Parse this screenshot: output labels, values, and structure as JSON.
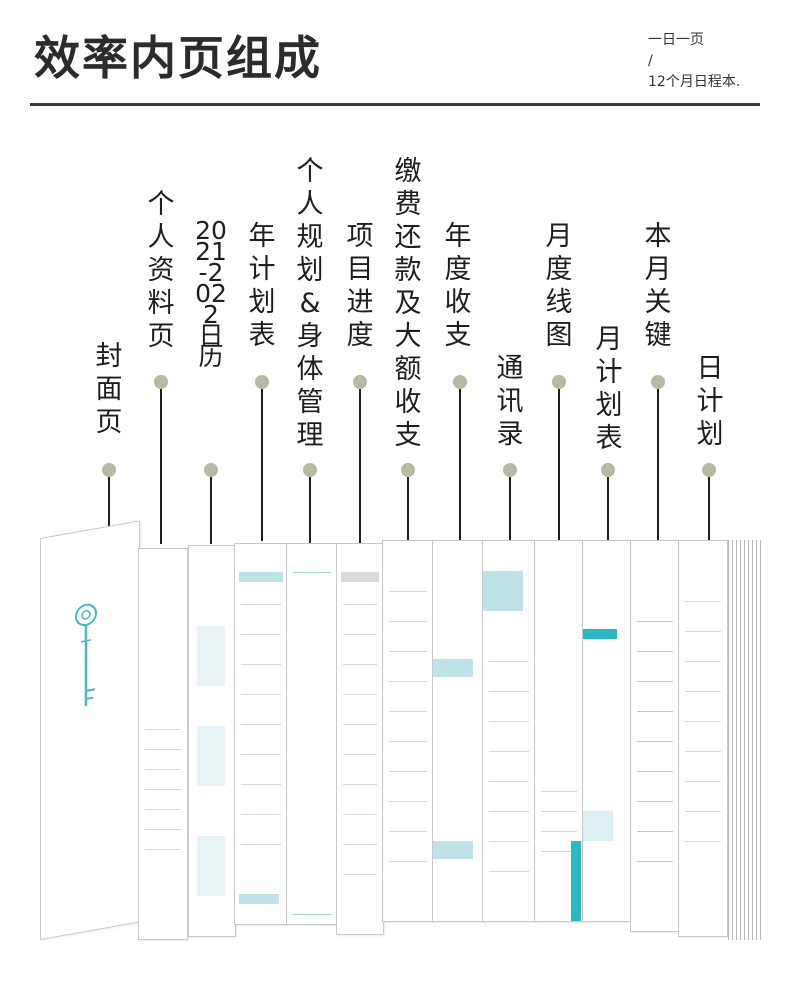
{
  "header": {
    "title": "效率内页组成",
    "subtitle_lines": [
      "一日一页",
      "/",
      "12个月日程本."
    ]
  },
  "sections": [
    {
      "label": "封面页"
    },
    {
      "label": "个人资料页"
    },
    {
      "label": "2021-2022日历"
    },
    {
      "label": "年计划表"
    },
    {
      "label": "个人规划&身体管理"
    },
    {
      "label": "项目进度"
    },
    {
      "label": "缴费还款及大额收支"
    },
    {
      "label": "年度收支"
    },
    {
      "label": "通讯录"
    },
    {
      "label": "月度线图"
    },
    {
      "label": "月计划表"
    },
    {
      "label": "本月关键"
    },
    {
      "label": "日计划"
    }
  ],
  "colors": {
    "accent": "#2fb6c3",
    "dot": "#b7b9a3",
    "rule": "#3a3a3a"
  }
}
